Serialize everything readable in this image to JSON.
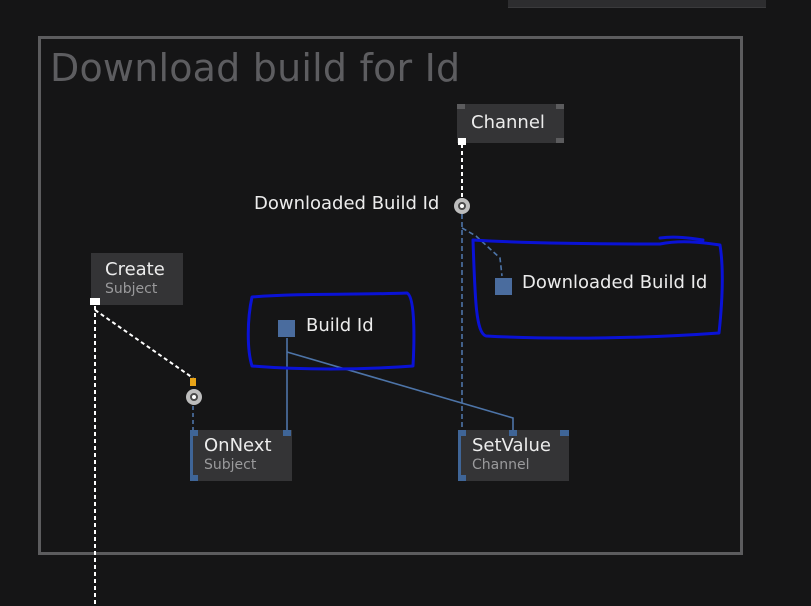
{
  "group": {
    "title": "Download build for Id"
  },
  "nodes": {
    "channel": {
      "title": "Channel"
    },
    "create": {
      "title": "Create",
      "subtitle": "Subject"
    },
    "on_next": {
      "title": "OnNext",
      "subtitle": "Subject"
    },
    "set_value": {
      "title": "SetValue",
      "subtitle": "Channel"
    }
  },
  "labels": {
    "downloaded_build_id_pin": "Downloaded Build Id",
    "downloaded_build_id_var": "Downloaded Build Id",
    "build_id_var": "Build Id"
  },
  "colors": {
    "background": "#151516",
    "node_fill": "#343436",
    "group_border": "#5c5c5e",
    "port_blue": "#3f6597",
    "variable_blue": "#4a6c9e",
    "annotation_blue": "#0a12d6",
    "exec_orange": "#e8a418"
  },
  "icons": {
    "variable": "square-variable-icon",
    "pin": "circle-pin-icon"
  }
}
